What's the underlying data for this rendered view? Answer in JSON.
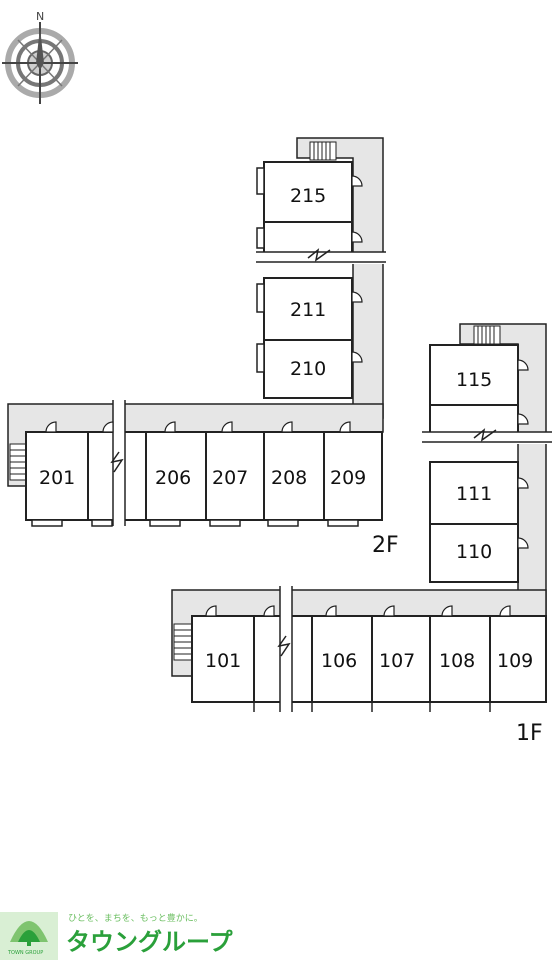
{
  "compass": {
    "north_label": "N"
  },
  "floors": [
    {
      "label": "2F"
    },
    {
      "label": "1F"
    }
  ],
  "rooms_2f_top": [
    "215",
    "211",
    "210"
  ],
  "rooms_2f_row": [
    "201",
    "206",
    "207",
    "208",
    "209"
  ],
  "rooms_1f_top": [
    "115",
    "111",
    "110"
  ],
  "rooms_1f_row": [
    "101",
    "106",
    "107",
    "108",
    "109"
  ],
  "logo": {
    "tagline": "ひとを、まちを、もっと豊かに。",
    "brand": "タウングループ",
    "small": "TOWN GROUP"
  },
  "colors": {
    "corridor": "#e6e6e6",
    "line": "#222222",
    "brand_green": "#2aa03a"
  }
}
